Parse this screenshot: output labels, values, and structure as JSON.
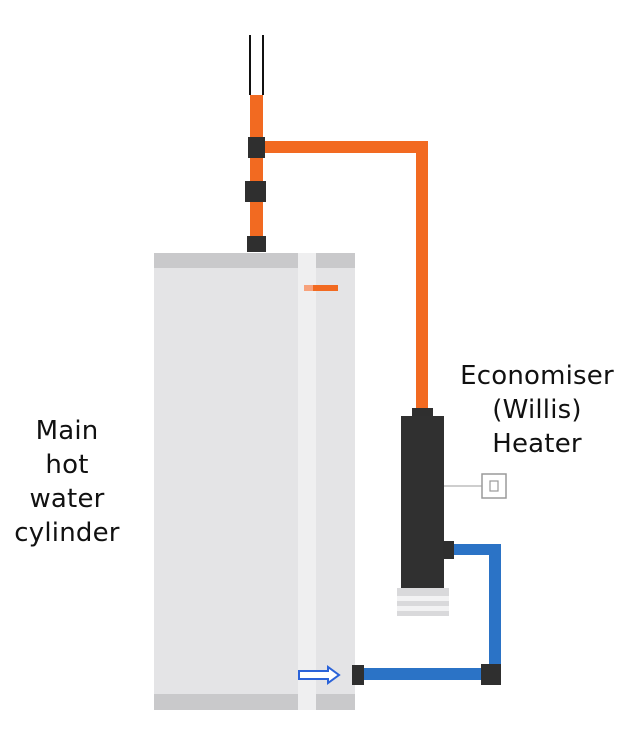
{
  "labels": {
    "main_cylinder": [
      "Main",
      "hot",
      "water",
      "cylinder"
    ],
    "economiser": [
      "Economiser",
      "(Willis)",
      "Heater"
    ]
  },
  "colors": {
    "hot_pipe": "#f26a21",
    "cold_pipe": "#2b73c6",
    "cylinder_body": "#e4e4e6",
    "cylinder_caps": "#c9c9cb",
    "heater_body": "#303030",
    "heater_base": "#d9d9db",
    "fittings": "#2f2f2f",
    "flow_arrow": "#2b63d9"
  },
  "icons": {
    "switch": "switch-icon",
    "flow_arrow": "flow-arrow-icon"
  }
}
